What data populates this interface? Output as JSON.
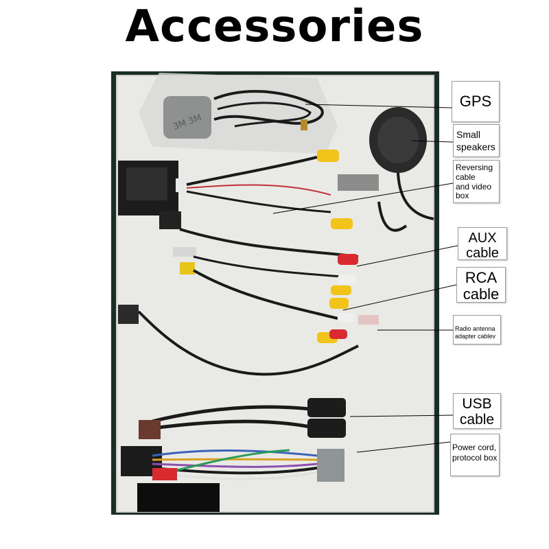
{
  "title": "Accessories",
  "photo_description_icon": "cable-accessories-photo",
  "labels": {
    "gps": "GPS",
    "speakers": "Small\nspeakers",
    "reversing": "Reversing\ncable\n and video\nbox",
    "aux": "AUX\ncable",
    "rca": "RCA\ncable",
    "antenna": "Radio antenna\nadapter cablev",
    "usb": "USB\ncable",
    "power": "Power cord,\nprotocol box"
  }
}
